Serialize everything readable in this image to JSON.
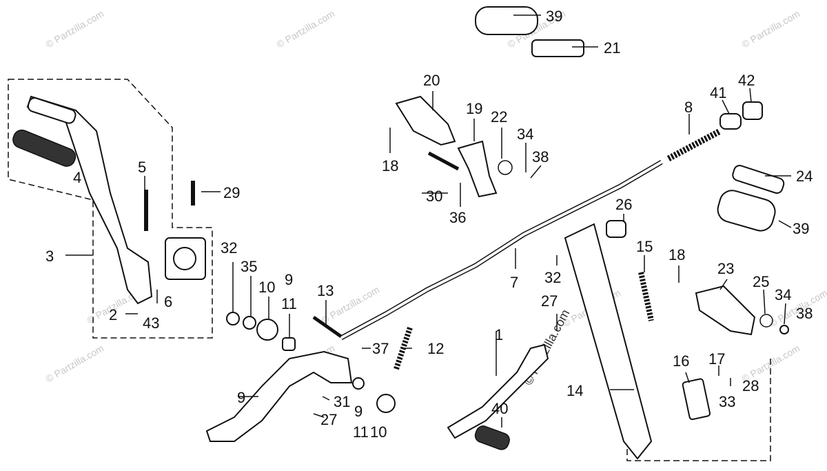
{
  "diagram": {
    "callouts": [
      "1",
      "2",
      "3",
      "4",
      "5",
      "6",
      "7",
      "8",
      "9",
      "9",
      "9",
      "10",
      "10",
      "11",
      "11",
      "12",
      "13",
      "14",
      "15",
      "16",
      "17",
      "18",
      "18",
      "19",
      "20",
      "21",
      "22",
      "23",
      "24",
      "25",
      "26",
      "27",
      "27",
      "28",
      "29",
      "30",
      "31",
      "32",
      "32",
      "33",
      "34",
      "34",
      "35",
      "36",
      "37",
      "38",
      "38",
      "39",
      "39",
      "40",
      "41",
      "42",
      "43"
    ],
    "watermark_text": "© Partzilla.com",
    "watermark_small": "© Partzilla.com"
  }
}
